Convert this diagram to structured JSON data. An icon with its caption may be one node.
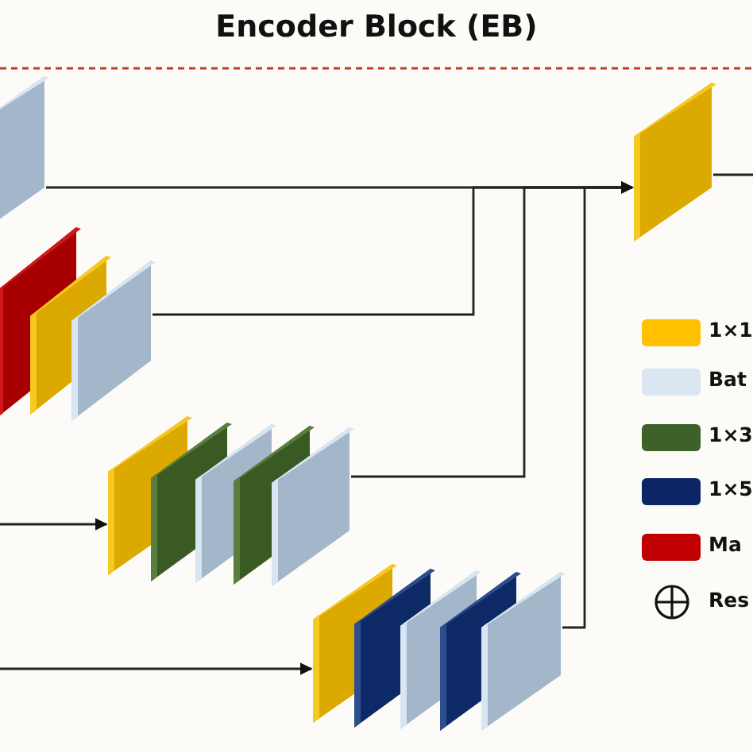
{
  "diagram": {
    "title": "Encoder Block (EB)",
    "nodes": [
      {
        "text": [],
        "shape": "box"
      },
      {
        "text": [],
        "shape": "box"
      },
      {
        "text": [],
        "shape": "box"
      },
      {
        "text": [],
        "shape": "box"
      },
      {
        "text": [],
        "shape": "box"
      },
      {
        "text": [],
        "shape": "box"
      },
      {
        "text": [],
        "shape": "box"
      },
      {
        "text": [],
        "shape": "box"
      },
      {
        "text": [],
        "shape": "box"
      },
      {
        "text": [],
        "shape": "box"
      },
      {
        "text": [],
        "shape": "box"
      },
      {
        "text": [],
        "shape": "box"
      },
      {
        "text": [],
        "shape": "box"
      },
      {
        "text": [],
        "shape": "box"
      },
      {
        "text": [],
        "shape": "box"
      }
    ],
    "edges": [
      {
        "from": 0,
        "to": 14,
        "arrow": "to"
      },
      {
        "from": 3,
        "to": 14,
        "arrow": "to"
      },
      {
        "from": 8,
        "to": 14,
        "arrow": "to"
      },
      {
        "from": 13,
        "to": 14,
        "arrow": "to"
      },
      {
        "from": null,
        "to": 4,
        "arrow": "to"
      },
      {
        "from": null,
        "to": 9,
        "arrow": "to"
      },
      {
        "from": 14,
        "to": null,
        "arrow": "none"
      }
    ],
    "legend": [
      {
        "text": "1×1",
        "color": "#ffc000"
      },
      {
        "text": "Bat",
        "color": "#dae6f2"
      },
      {
        "text": "1×3",
        "color": "#3d6128"
      },
      {
        "text": "1×5",
        "color": "#0b2566"
      },
      {
        "text": "Ma",
        "color": "#c00000"
      },
      {
        "text": "Res"
      }
    ]
  }
}
